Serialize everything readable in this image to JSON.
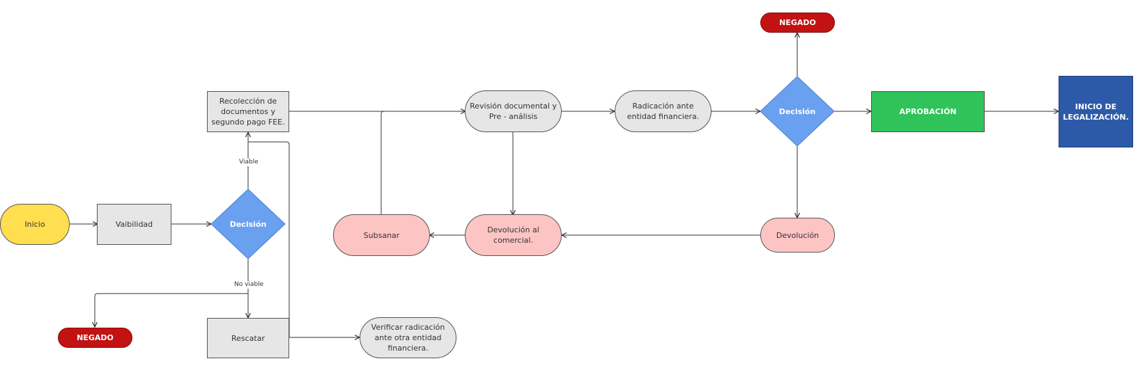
{
  "nodes": {
    "inicio": "Inicio",
    "viabilidad": "Vaibilidad",
    "decision1": "Decisión",
    "recoleccion": "Recolección de documentos y segundo pago FEE.",
    "negado_left": "NEGADO",
    "rescatar": "Rescatar",
    "verificar": "Verificar radicación ante otra entidad financiera.",
    "subsanar": "Subsanar",
    "devolucion_comercial": "Devolución al comercial.",
    "revision": "Revisión documental y Pre - análisis",
    "radicacion": "Radicación ante entidad financiera.",
    "decision2": "Decisión",
    "negado_top": "NEGADO",
    "devolucion": "Devolución",
    "aprobacion": "APROBACIÓN",
    "inicio_legalizacion": "INICIO DE LEGALIZACIÓN."
  },
  "edge_labels": {
    "viable": "Viable",
    "no_viable": "No viable"
  },
  "colors": {
    "start": "#ffde4f",
    "decision": "#6aa0f0",
    "negado": "#c21212",
    "return": "#fdc4c4",
    "approval": "#2fc35a",
    "legalization": "#2c5aa9",
    "process": "#e6e6e6"
  }
}
